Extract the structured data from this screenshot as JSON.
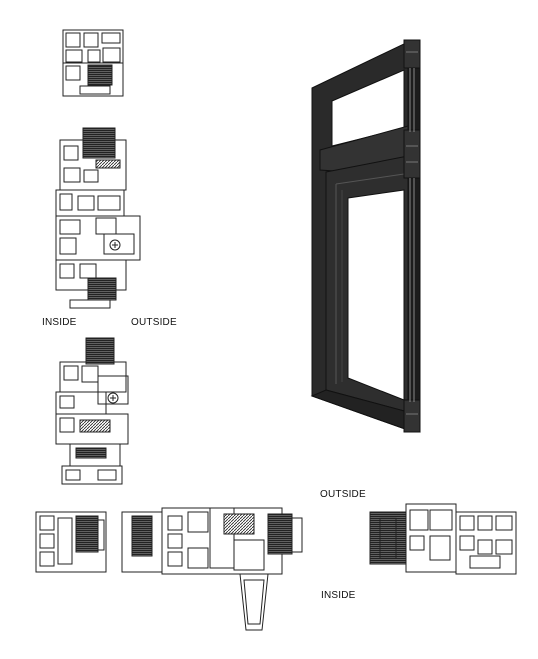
{
  "labels": {
    "inside_left": "INSIDE",
    "outside_left": "OUTSIDE",
    "outside_right": "OUTSIDE",
    "inside_right": "INSIDE"
  },
  "colors": {
    "frame": "#2a2a2a",
    "frame_edge": "#111111",
    "glass": "#ffffff",
    "section_line": "#222222"
  }
}
